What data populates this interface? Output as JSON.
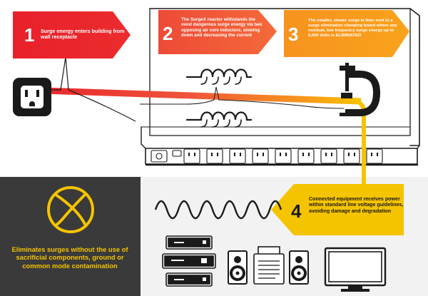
{
  "steps": [
    {
      "number": "1",
      "text": "Surge energy enters building from wall receptacle",
      "color": "#e8202a"
    },
    {
      "number": "2",
      "text": "The SurgeX reactor withstands the most dangerous surge energy via two opposing air core inductors, slowing down and decreasing the current",
      "color": "#f0553a"
    },
    {
      "number": "3",
      "text": "The smaller, slower surge is then sent to a surge elimination clamping board where any residual, low frequency surge energy up to 6,000 Volts is ELIMINATED",
      "color": "#f7941d"
    },
    {
      "number": "4",
      "text": "Connected equipment receives power within standard line voltage guidelines, avoiding damage and degradation",
      "color": "#f5c400"
    }
  ],
  "benefit": {
    "text": "Eliminates surges without the use of sacrificial components, ground or common mode contamination",
    "icon": "x-circle-icon",
    "color": "#f5c400",
    "panel_color": "#3a3a3a"
  },
  "icons": {
    "outlet": "wall-outlet-icon",
    "surge_protector": "surge-protector-icon",
    "inductor": "inductor-coil-icon",
    "clamp": "c-clamp-icon",
    "sine_wave": "sine-wave-icon",
    "rack_equipment": "rack-equipment-icon",
    "speaker": "speaker-icon",
    "printer": "printer-icon",
    "monitor": "monitor-icon"
  },
  "colors": {
    "dark": "#1a1a1a",
    "red": "#e8202a",
    "orange": "#f7941d",
    "yellow": "#f5c400"
  }
}
